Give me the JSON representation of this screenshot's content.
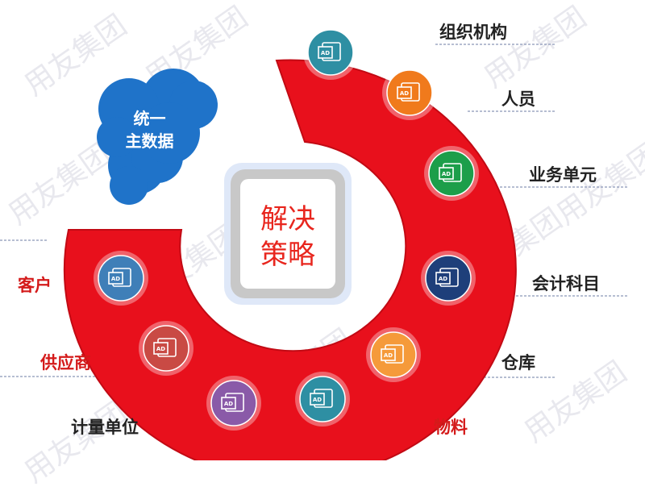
{
  "center": {
    "line1": "解决",
    "line2": "策略"
  },
  "cloud": {
    "line1": "统一",
    "line2": "主数据"
  },
  "watermark": "用友集团",
  "icon_glyph": "AD",
  "colors": {
    "ring": "#e8101c",
    "cloud": "#1f73c9",
    "center_text": "#e8261e"
  },
  "items": [
    {
      "label": "组织机构",
      "color": "#2e8fa3",
      "label_color": "#222222"
    },
    {
      "label": "人员",
      "color": "#f07a1c",
      "label_color": "#222222"
    },
    {
      "label": "业务单元",
      "color": "#1c9e4a",
      "label_color": "#222222"
    },
    {
      "label": "会计科目",
      "color": "#1e3f7a",
      "label_color": "#222222"
    },
    {
      "label": "仓库",
      "color": "#f59a3a",
      "label_color": "#222222"
    },
    {
      "label": "物料",
      "color": "#2e8fa3",
      "label_color": "#d41a1a"
    },
    {
      "label": "计量单位",
      "color": "#8a5aa8",
      "label_color": "#222222"
    },
    {
      "label": "供应商",
      "color": "#c94a44",
      "label_color": "#d41a1a"
    },
    {
      "label": "客户",
      "color": "#3f7fb8",
      "label_color": "#d41a1a"
    }
  ]
}
